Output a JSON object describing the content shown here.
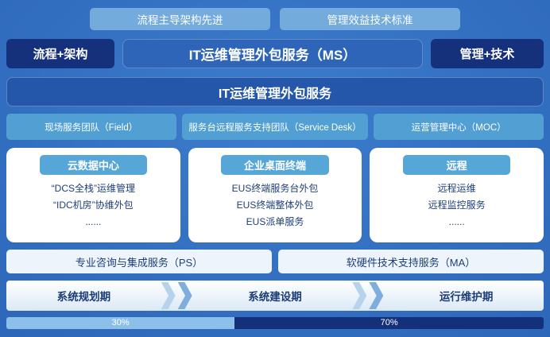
{
  "top_banners": [
    "流程主导架构先进",
    "管理效益技术标准"
  ],
  "header": {
    "left": "流程+架构",
    "center": "IT运维管理外包服务（MS）",
    "right": "管理+技术"
  },
  "main_banner": "IT运维管理外包服务",
  "teams": [
    "现场服务团队（Field）",
    "服务台远程服务支持团队（Service Desk）",
    "运营管理中心（MOC）"
  ],
  "cards": [
    {
      "title": "云数据中心",
      "items": [
        "“DCS全栈”运维管理",
        "“IDC机房”协维外包",
        "......"
      ]
    },
    {
      "title": "企业桌面终端",
      "items": [
        "EUS终端服务台外包",
        "EUS终端整体外包",
        "EUS派单服务"
      ]
    },
    {
      "title": "远程",
      "items": [
        "远程运维",
        "远程监控服务",
        "......"
      ]
    }
  ],
  "support_services": [
    "专业咨询与集成服务（PS）",
    "软硬件技术支持服务（MA）"
  ],
  "phases": [
    "系统规划期",
    "系统建设期",
    "运行维护期"
  ],
  "progress": {
    "segments": [
      {
        "label": "30%",
        "color": "#8cc0e8"
      },
      {
        "label": "70%",
        "color": "#14307a"
      }
    ]
  },
  "colors": {
    "background": "#2c66b8",
    "navy_box": "#16317c",
    "center_box": "#2e65b8",
    "banner": "#2456aa",
    "team_box": "#519fd3",
    "light_pill": "#73abdc",
    "card_header": "#57a6d8",
    "text_navy": "#1d3f78"
  }
}
